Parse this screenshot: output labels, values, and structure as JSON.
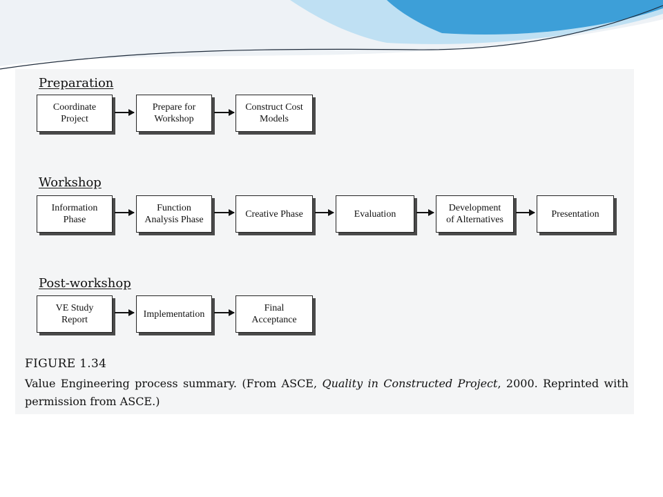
{
  "colors": {
    "accent_blue": "#3d9fd8",
    "light_blue": "#bfe0f3",
    "box_border": "#222222",
    "shadow": "#4a4a4a"
  },
  "sections": {
    "preparation": {
      "title": "Preparation",
      "steps": [
        "Coordinate\nProject",
        "Prepare for\nWorkshop",
        "Construct Cost\nModels"
      ]
    },
    "workshop": {
      "title": "Workshop",
      "steps": [
        "Information\nPhase",
        "Function\nAnalysis Phase",
        "Creative Phase",
        "Evaluation",
        "Development\nof Alternatives",
        "Presentation"
      ]
    },
    "post_workshop": {
      "title": "Post-workshop",
      "steps": [
        "VE Study\nReport",
        "Implementation",
        "Final\nAcceptance"
      ]
    }
  },
  "caption": {
    "figure_number": "FIGURE 1.34",
    "text_before": "Value Engineering process summary. (From ASCE, ",
    "source_title": "Quality in Constructed Project",
    "text_after": ", 2000. Reprinted with permission from ASCE.)"
  }
}
